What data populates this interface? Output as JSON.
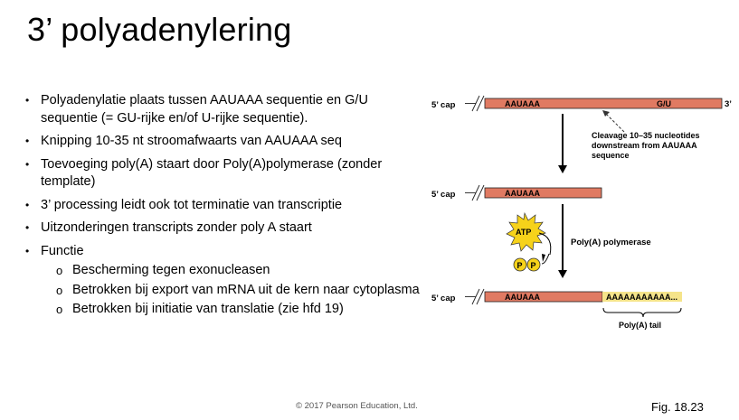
{
  "title": "3’ polyadenylering",
  "bullets": [
    {
      "text": "Polyadenylatie plaats tussen AAUAAA sequentie en G/U sequentie (= GU-rijke en/of U-rijke sequentie)."
    },
    {
      "text": "Knipping 10-35 nt stroomafwaarts van AAUAAA seq"
    },
    {
      "text": "Toevoeging poly(A) staart door Poly(A)polymerase (zonder template)"
    },
    {
      "text": "3’ processing leidt ook tot terminatie van transcriptie"
    },
    {
      "text": "Uitzonderingen transcripts zonder poly A staart"
    },
    {
      "text": "Functie"
    }
  ],
  "subbullets": [
    {
      "text": "Bescherming tegen exonucleasen"
    },
    {
      "text": "Betrokken bij export van mRNA uit de kern naar cytoplasma"
    },
    {
      "text": "Betrokken bij initiatie van translatie (zie hfd 19)"
    }
  ],
  "diagram": {
    "cap_label": "5’ cap",
    "three_prime": "3’",
    "aauaaa": "AAUAAA",
    "gu": "G/U",
    "cleavage_line1": "Cleavage 10–35 nucleotides",
    "cleavage_line2": "downstream from AAUAAA",
    "cleavage_line3": "sequence",
    "atp": "ATP",
    "p": "P",
    "polymerase": "Poly(A) polymerase",
    "polya_seq": "AAAAAAAAAAA...",
    "polya_tail": "Poly(A) tail"
  },
  "colors": {
    "rna": "#e07a62",
    "polya": "#f5e48a",
    "atp": "#f6d21a"
  },
  "copyright": "© 2017 Pearson Education, Ltd.",
  "figure": "Fig. 18.23"
}
